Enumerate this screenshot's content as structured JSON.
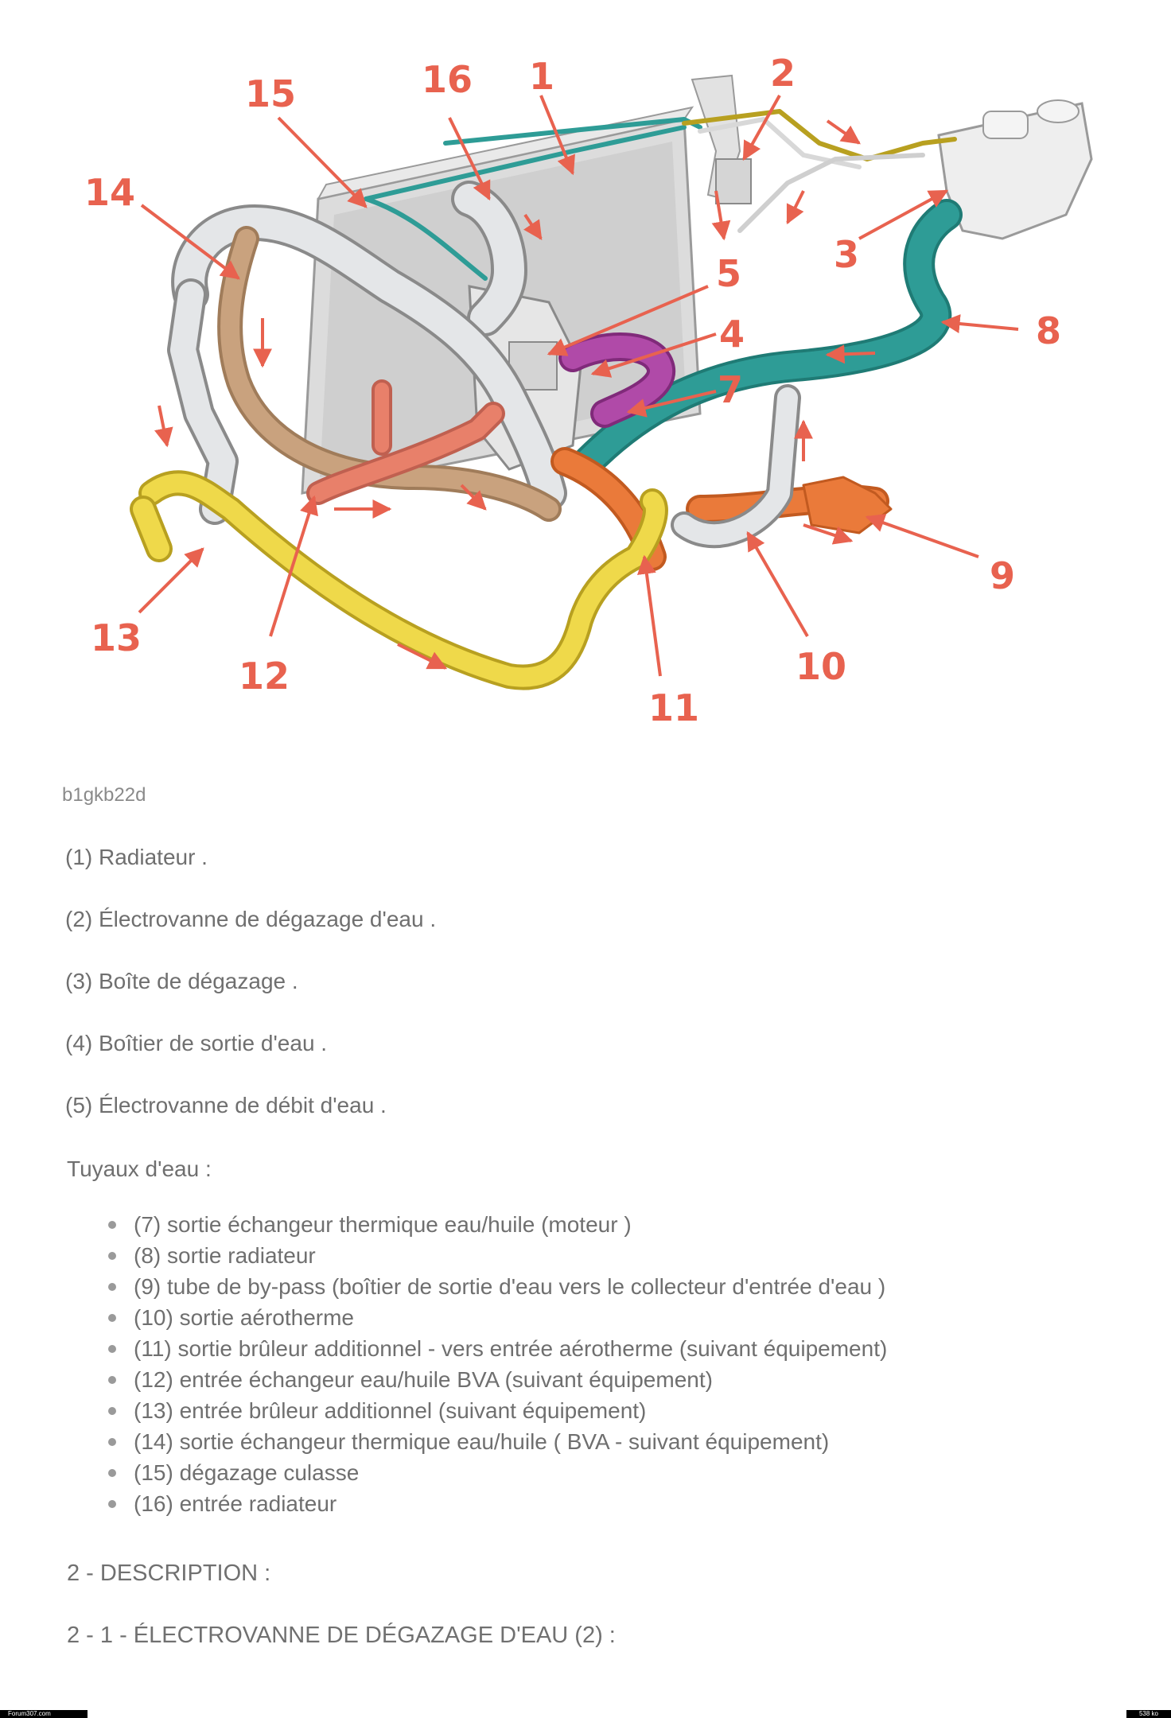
{
  "diagram": {
    "callouts": [
      "1",
      "2",
      "3",
      "4",
      "5",
      "7",
      "8",
      "9",
      "10",
      "11",
      "12",
      "13",
      "14",
      "15",
      "16"
    ]
  },
  "caption": "b1gkb22d",
  "components": [
    "(1) Radiateur .",
    "(2) Électrovanne de dégazage d'eau .",
    "(3) Boîte de dégazage .",
    "(4) Boîtier de sortie d'eau .",
    "(5) Électrovanne de débit d'eau ."
  ],
  "pipes_title": "Tuyaux d'eau :",
  "pipes": [
    "(7) sortie échangeur thermique eau/huile (moteur )",
    "(8) sortie radiateur",
    "(9) tube de by-pass (boîtier de sortie d'eau vers le collecteur d'entrée d'eau )",
    "(10) sortie aérotherme",
    "(11) sortie brûleur additionnel - vers entrée aérotherme (suivant équipement)",
    "(12) entrée échangeur eau/huile BVA (suivant équipement)",
    "(13) entrée brûleur additionnel (suivant équipement)",
    "(14) sortie échangeur thermique eau/huile ( BVA - suivant équipement)",
    "(15) dégazage culasse",
    "(16) entrée radiateur"
  ],
  "section_heading": "2 - DESCRIPTION :",
  "subsection_heading": "2 - 1 - ÉLECTROVANNE DE DÉGAZAGE D'EAU (2) :",
  "footer": {
    "left": "Forum307.com",
    "right": "538 ko"
  },
  "colors": {
    "callout": "#e8624f",
    "pipe_white": "#e4e6e8",
    "pipe_tan": "#c9a27e",
    "pipe_teal": "#2e9c96",
    "pipe_yellow": "#efd94a",
    "pipe_orange": "#ea7a3a",
    "pipe_salmon": "#e8806a",
    "pipe_purple": "#b04aa8"
  }
}
